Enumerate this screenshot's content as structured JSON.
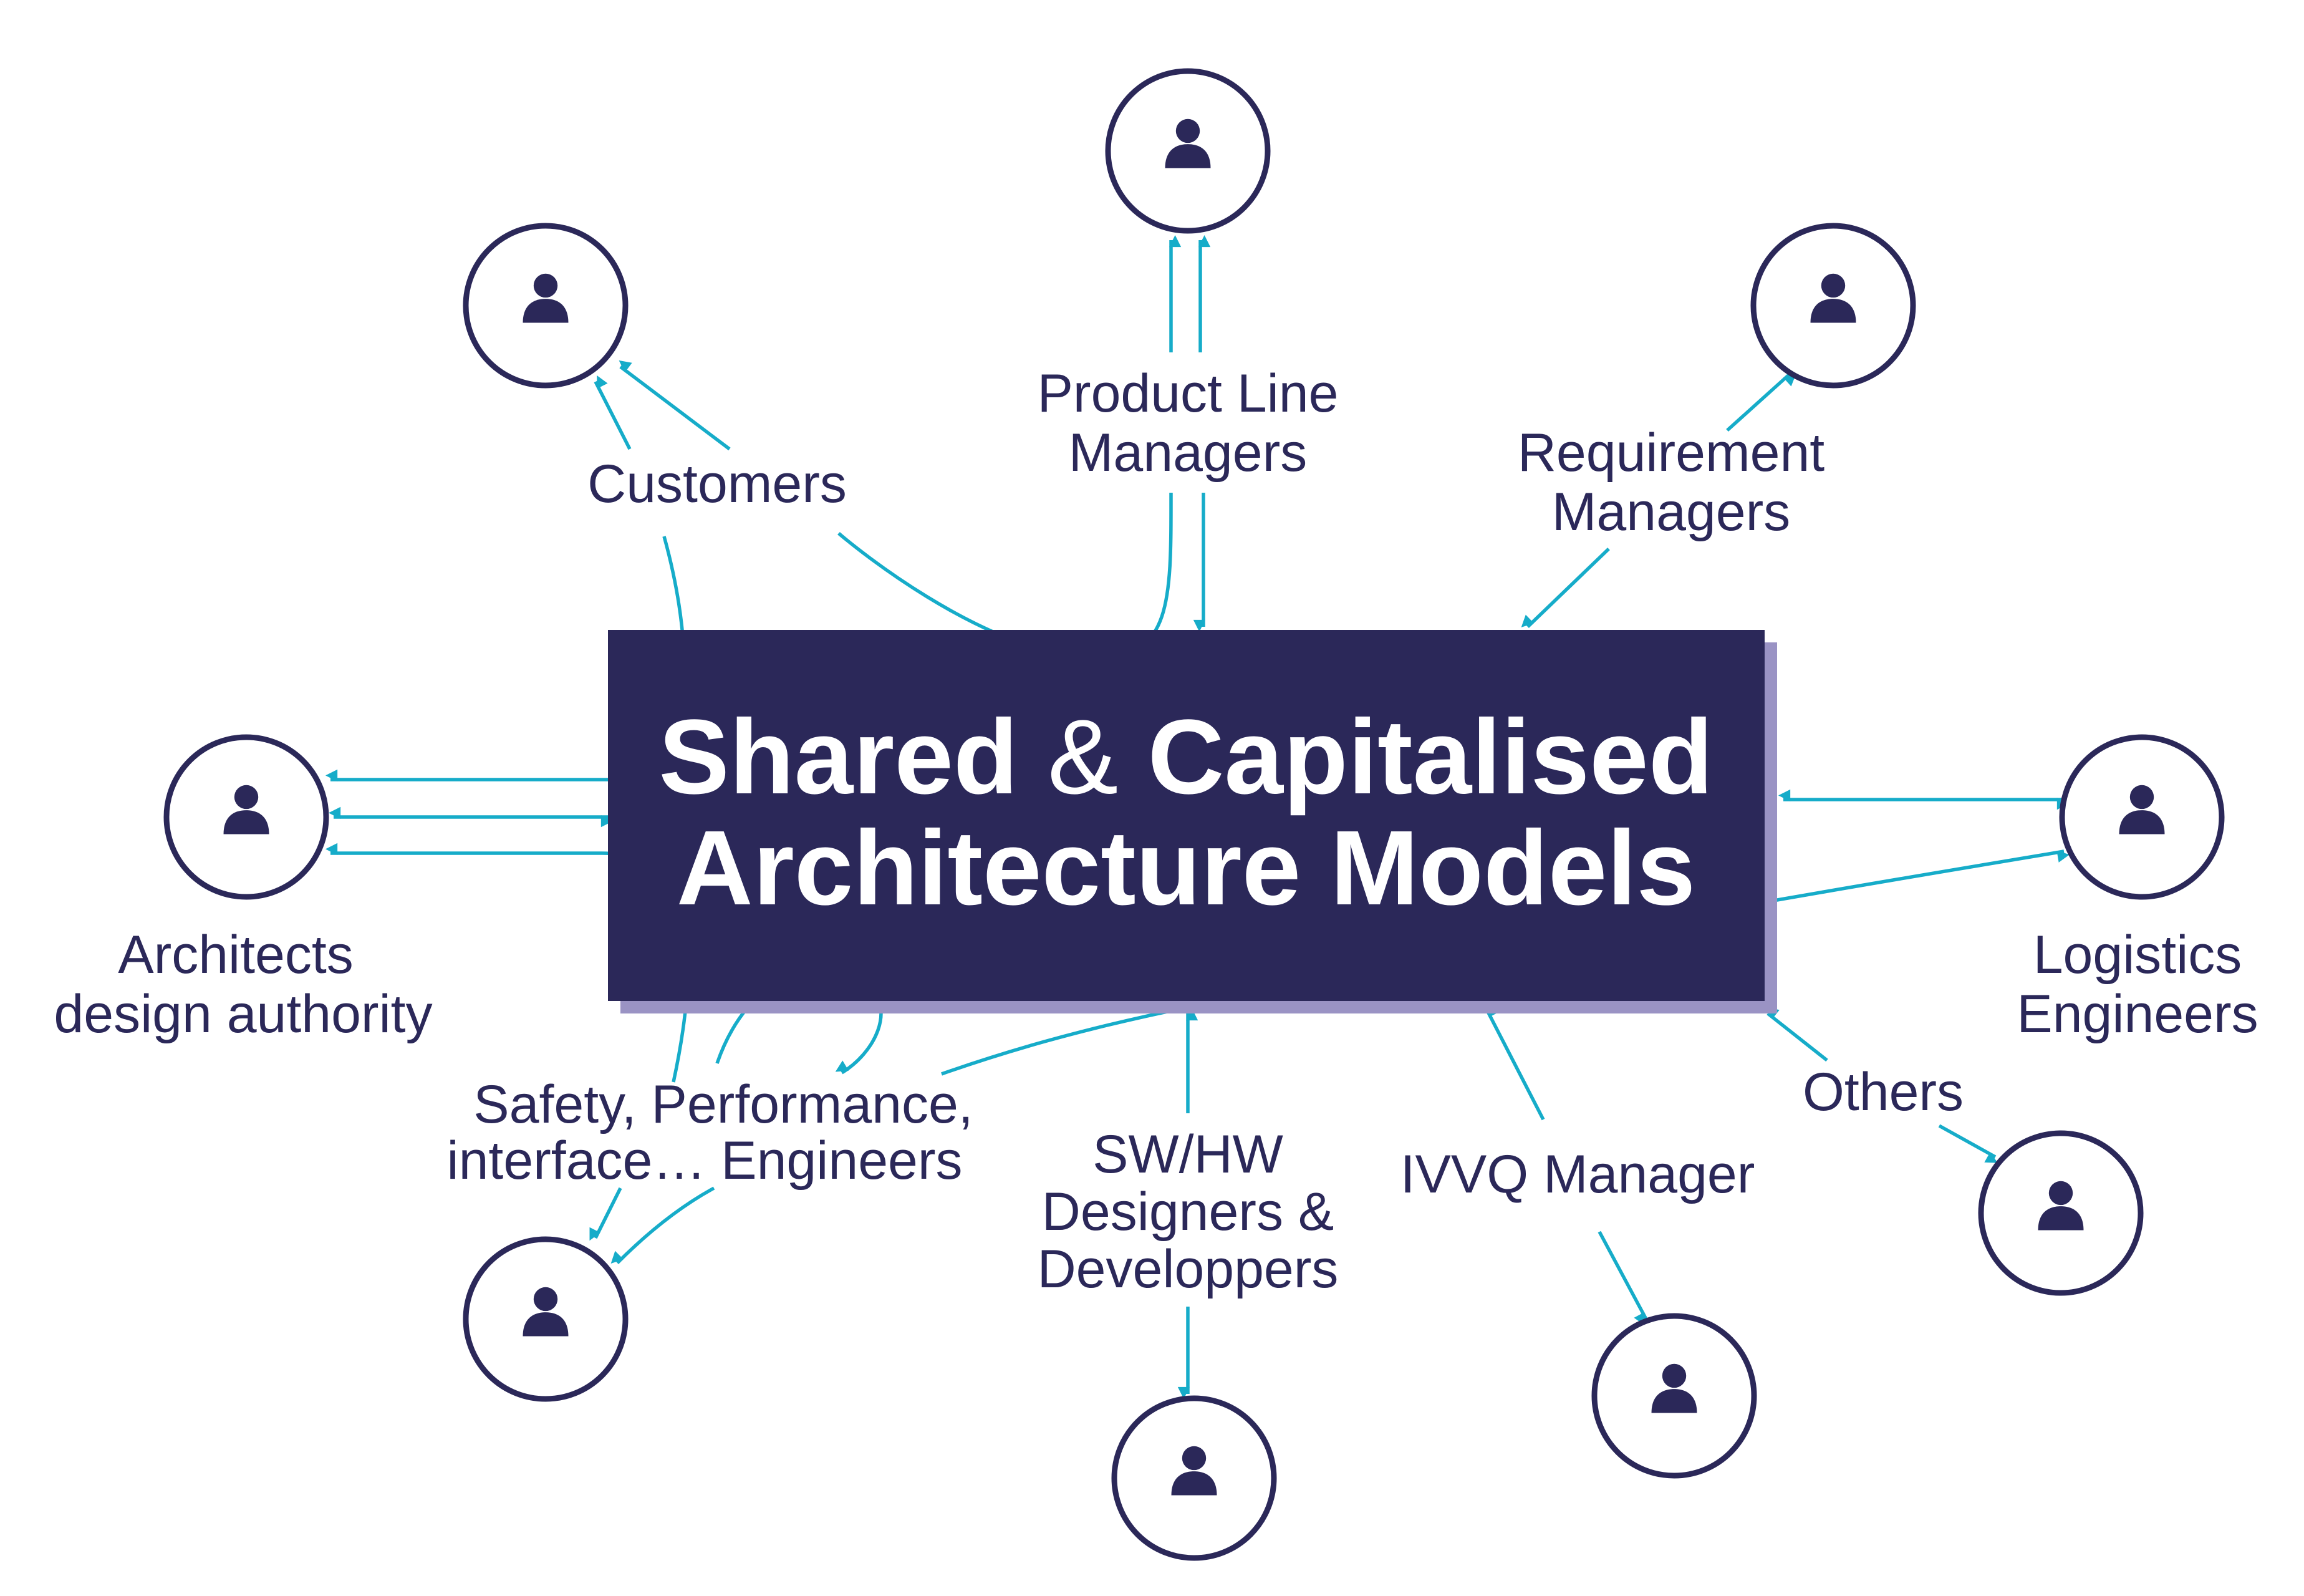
{
  "central_box": {
    "line1_a": "Shared",
    "line1_amp": "&",
    "line1_b": "Capitalised",
    "line2": "Architecture Models",
    "fill_color": "#2b2859",
    "shadow_color": "#9a93c4"
  },
  "colors": {
    "connector": "#16acc9",
    "ink": "#2b2859"
  },
  "icons": {
    "stakeholder": "person-icon"
  },
  "stakeholders": {
    "product_line_managers": {
      "line1": "Product Line",
      "line2": "Managers"
    },
    "customers": {
      "line1": "Customers"
    },
    "requirement_managers": {
      "line1": "Requirement",
      "line2": "Managers"
    },
    "architects": {
      "line1": "Architects",
      "line2": "design authority"
    },
    "logistics_engineers": {
      "line1": "Logistics",
      "line2": "Engineers"
    },
    "others": {
      "line1": "Others"
    },
    "safety_engineers": {
      "line1": "Safety, Performance,",
      "line2": "interface… Engineers"
    },
    "sw_hw_designers": {
      "line1": "SW/HW",
      "line2": "Designers &",
      "line3": "Developpers"
    },
    "ivvq_manager": {
      "line1": "IVVQ Manager"
    }
  }
}
